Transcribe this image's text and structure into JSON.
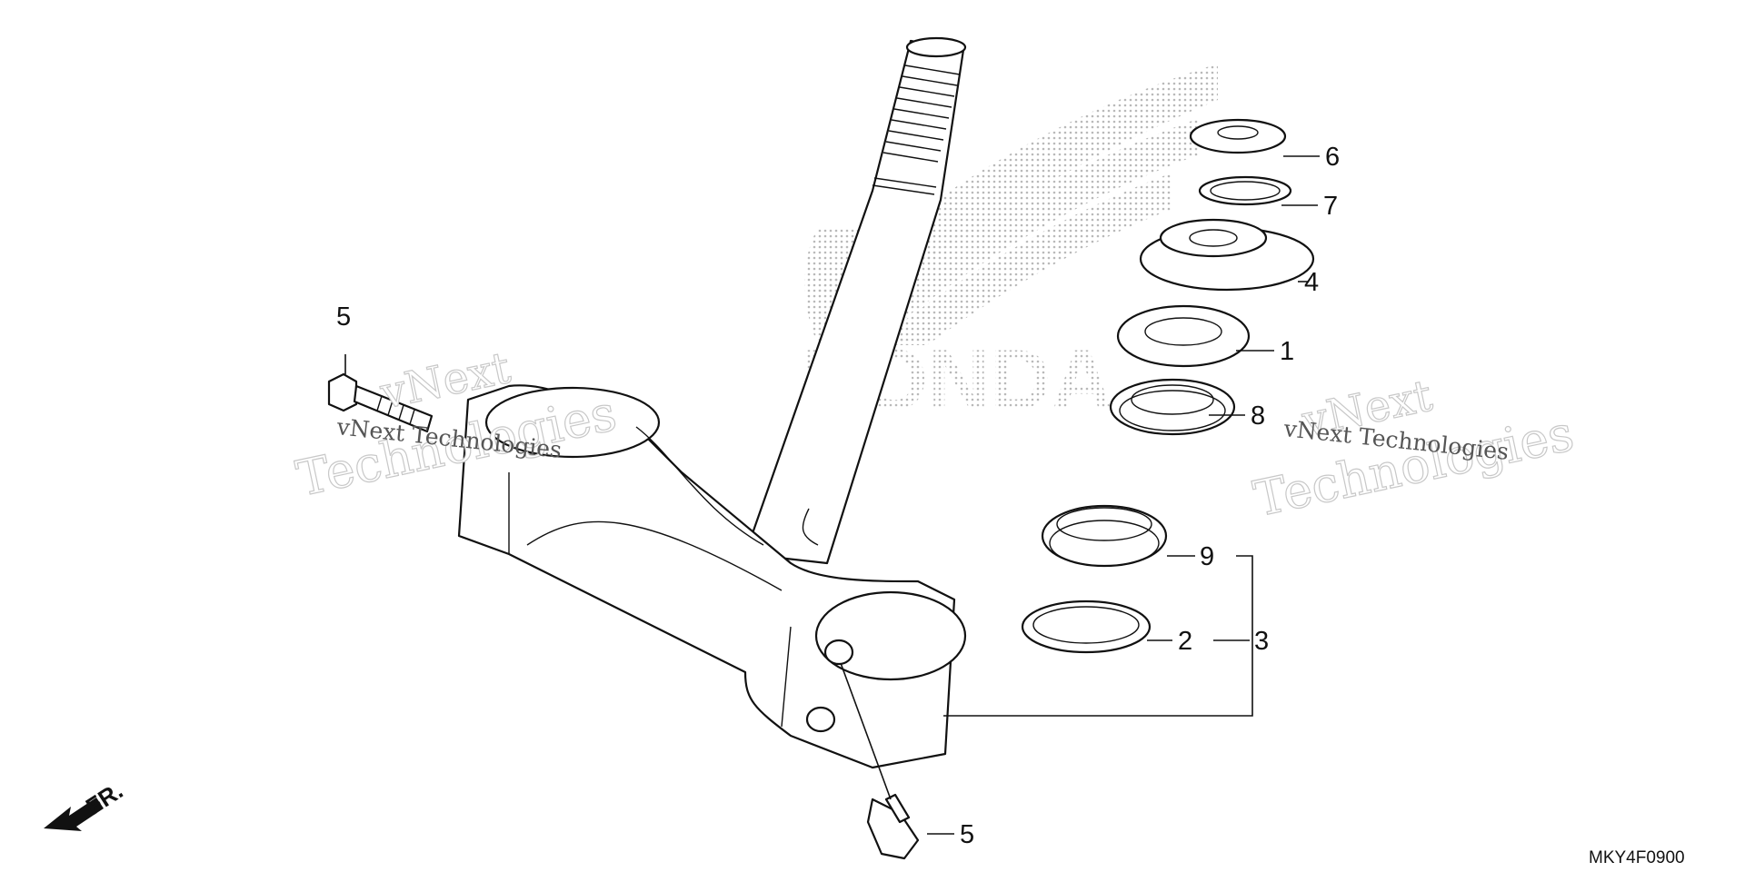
{
  "diagram": {
    "callouts": [
      {
        "id": "c6",
        "text": "6"
      },
      {
        "id": "c7",
        "text": "7"
      },
      {
        "id": "c4",
        "text": "4"
      },
      {
        "id": "c1",
        "text": "1"
      },
      {
        "id": "c8",
        "text": "8"
      },
      {
        "id": "c9",
        "text": "9"
      },
      {
        "id": "c2",
        "text": "2"
      },
      {
        "id": "c3",
        "text": "3"
      },
      {
        "id": "c5a",
        "text": "5"
      },
      {
        "id": "c5b",
        "text": "5"
      }
    ],
    "front_marker": "FR.",
    "diagram_code": "MKY4F0900",
    "brand_watermark": "HONDA",
    "watermarks": [
      {
        "line1": "vNext",
        "line2": "Technologies",
        "small": "vNext Technologies"
      },
      {
        "line1": "vNext",
        "line2": "Technologies",
        "small": "vNext Technologies"
      }
    ]
  }
}
